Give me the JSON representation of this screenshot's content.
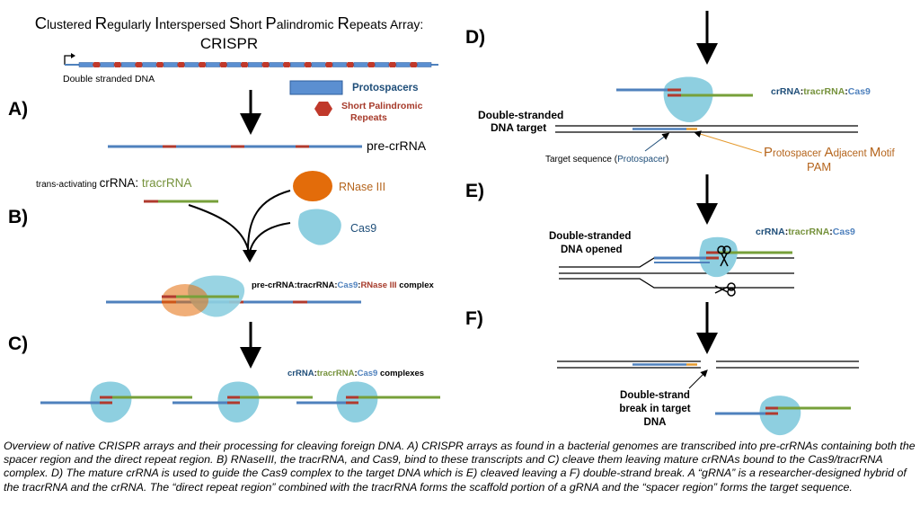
{
  "title": {
    "line1": [
      {
        "cap": "C",
        "rest": "lustered "
      },
      {
        "cap": "R",
        "rest": "egularly "
      },
      {
        "cap": "I",
        "rest": "nterspersed "
      },
      {
        "cap": "S",
        "rest": "hort "
      },
      {
        "cap": "P",
        "rest": "alindromic "
      },
      {
        "cap": "R",
        "rest": "epeats Array:"
      }
    ],
    "line2": "CRISPR"
  },
  "labels": {
    "double_stranded_dna": "Double stranded DNA",
    "protospacers": "Protospacers",
    "short_palindromic_1": "Short Palindromic",
    "short_palindromic_2": "Repeats",
    "pre_crrna": "pre-crRNA",
    "trans_activating_prefix": "trans-activating ",
    "trans_activating_crrna": "crRNA: ",
    "trans_activating_tracr": "tracrRNA",
    "rnase_iii": "RNase III",
    "cas9": "Cas9",
    "complex_b_1": "pre-crRNA:tracrRNA:",
    "complex_b_cas9": "Cas9",
    "complex_b_colon": ":",
    "complex_b_rnase": "RNase III",
    "complex_b_suffix": " complex",
    "crrna": "crRNA",
    "tracrrna": "tracrRNA",
    "colon": ":",
    "cas9_short": "Cas9",
    "complexes_suffix": " complexes",
    "ds_target_1": "Double-stranded",
    "ds_target_2": "DNA target",
    "target_sequence_prefix": "Target sequence (",
    "target_sequence_proto": "Protospacer",
    "target_sequence_suffix": ")",
    "pam_line": [
      {
        "cap": "P",
        "rest": "rotospacer "
      },
      {
        "cap": "A",
        "rest": "djacent "
      },
      {
        "cap": "M",
        "rest": "otif"
      }
    ],
    "pam": "PAM",
    "ds_opened_1": "Double-stranded",
    "ds_opened_2": "DNA opened",
    "break_1": "Double-strand",
    "break_2": "break in target",
    "break_3": "DNA"
  },
  "panels": {
    "a": "A)",
    "b": "B)",
    "c": "C)",
    "d": "D)",
    "e": "E)",
    "f": "F)"
  },
  "caption": "Overview of native CRISPR arrays and their processing for cleaving foreign DNA. A) CRISPR arrays as found in a bacterial genomes are transcribed into pre-crRNAs containing both the spacer region and the direct repeat region. B)  RNaseIII, the tracrRNA, and Cas9, bind to these transcripts and C) cleave them leaving mature crRNAs bound to the Cas9/tracrRNA complex. D) The mature crRNA is used to guide the Cas9 complex to the target DNA which is E) cleaved leaving a F) double-strand break. A “gRNA” is a researcher-designed hybrid of the tracrRNA and the crRNA. The “direct repeat region” combined with the tracrRNA forms the scaffold portion of a gRNA and the “spacer region” forms the target sequence.",
  "colors": {
    "dna_blue": "#4f81bd",
    "repeat_red": "#b03a2e",
    "tracr_green": "#77a03a",
    "cas9_fill": "#8ecfe0",
    "rnase_orange": "#e36c0a",
    "pam_orange": "#e59a2f",
    "label_blue": "#1f4e79",
    "label_red": "#a63a2a",
    "label_olive": "#76923c",
    "label_brown": "#b5651d"
  }
}
